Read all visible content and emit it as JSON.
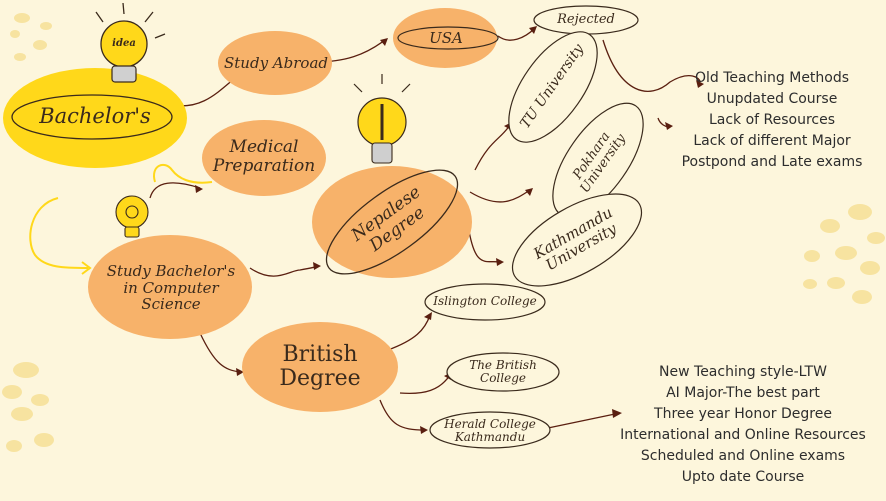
{
  "nodes": {
    "bachelors": "Bachelor's",
    "study_abroad": "Study Abroad",
    "usa": "USA",
    "rejected": "Rejected",
    "medical": "Medical Preparation",
    "study_cs": "Study Bachelor's in Computer Science",
    "nepalese": "Nepalese Degree",
    "tu": "TU University",
    "pokhara": "Pokhara University",
    "kathmandu": "Kathmandu University",
    "british": "British Degree",
    "islington": "Islington College",
    "the_british_college": "The British College",
    "herald": "Herald College Kathmandu",
    "idea_label": "idea"
  },
  "nepalese_issues": [
    "Old Teaching Methods",
    "Unupdated Course",
    "Lack of Resources",
    "Lack of different Major",
    "Postpond and Late exams"
  ],
  "herald_benefits": [
    "New Teaching style-LTW",
    "AI Major-The best part",
    "Three year Honor Degree",
    "International and Online Resources",
    "Scheduled and Online exams",
    "Upto date Course"
  ],
  "colors": {
    "background": "#fdf6dc",
    "orange": "#f7b26a",
    "yellow": "#ffd81a",
    "dots": "#f7e3a0",
    "ink": "#5a1f10"
  }
}
